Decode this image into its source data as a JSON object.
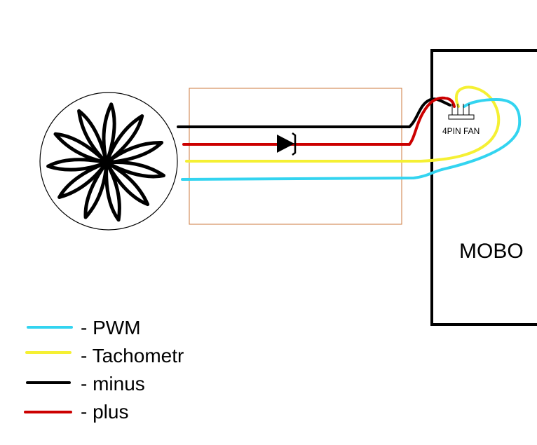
{
  "board": {
    "label": "MOBO"
  },
  "connector": {
    "label": "4PIN FAN"
  },
  "colors": {
    "pwm": "#33d4f0",
    "tachometer": "#f5f033",
    "minus": "#000000",
    "plus": "#cc0000",
    "box_outline": "#cc7a3d"
  },
  "legend": [
    {
      "label": "- PWM",
      "color": "#33d4f0"
    },
    {
      "label": "- Tachometr",
      "color": "#f5f033"
    },
    {
      "label": "- minus",
      "color": "#000000"
    },
    {
      "label": "- plus",
      "color": "#cc0000"
    }
  ]
}
